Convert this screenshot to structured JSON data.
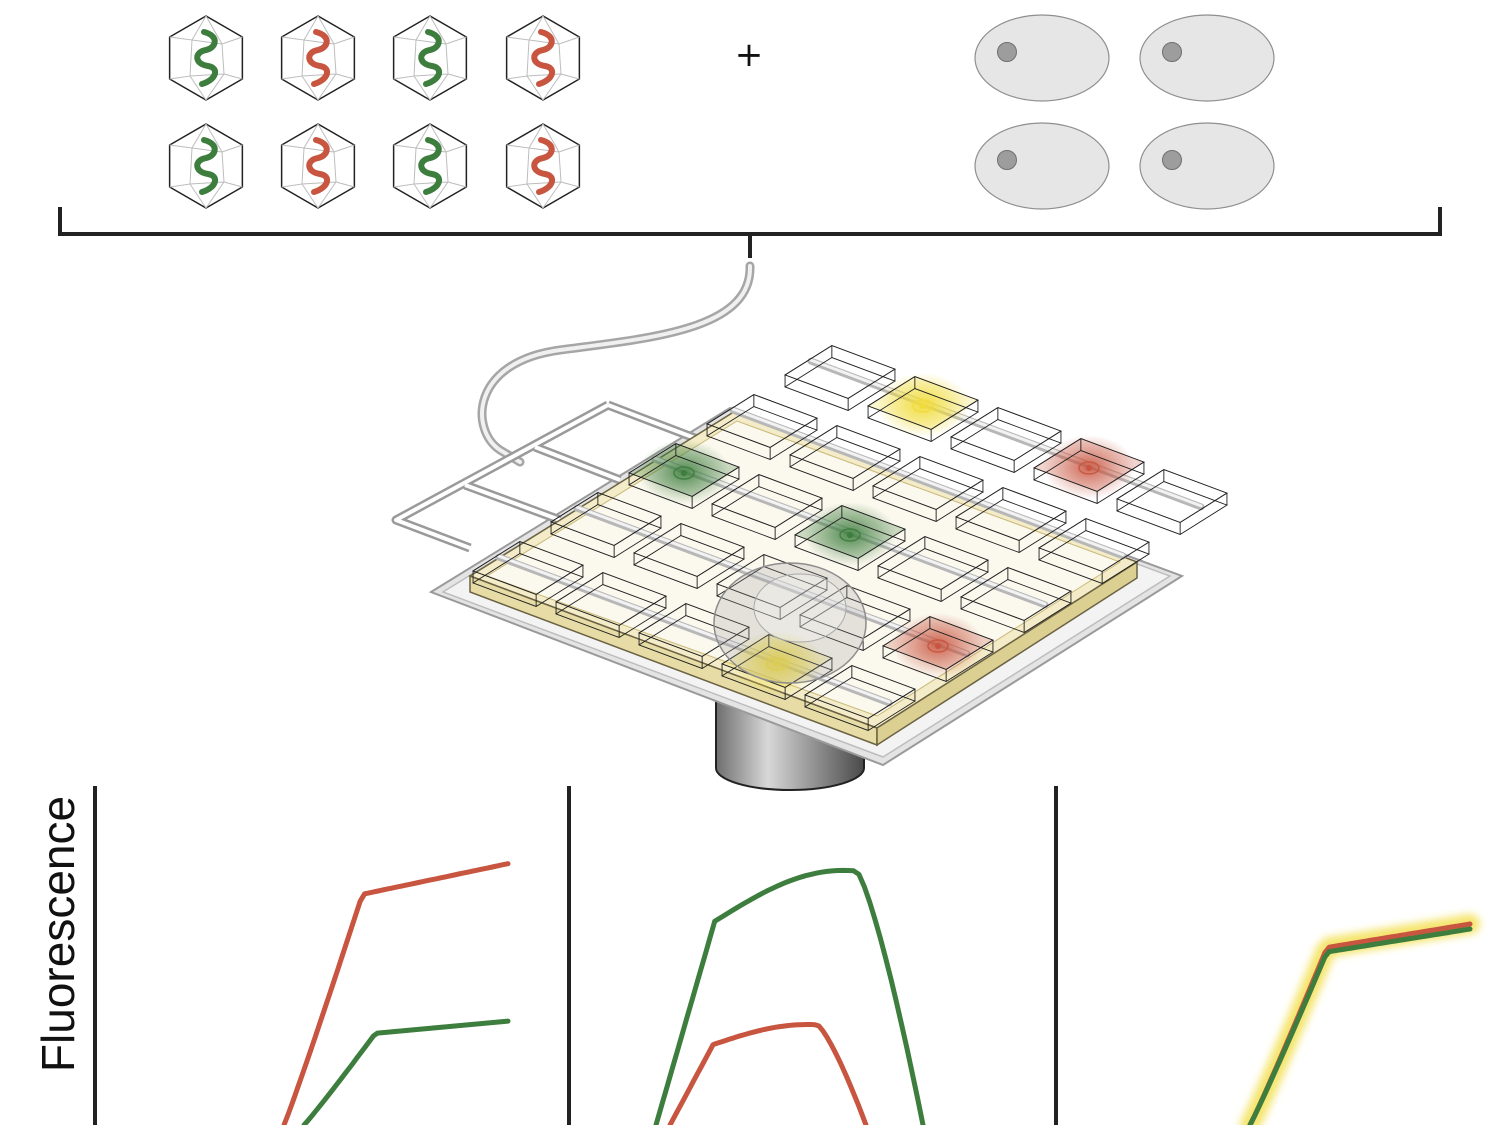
{
  "operator": "+",
  "y_axis_label": "Fluorescence",
  "virus_rows": [
    [
      "green",
      "red",
      "green",
      "red"
    ],
    [
      "green",
      "red",
      "green",
      "red"
    ]
  ],
  "cell_count": 4,
  "wells": {
    "rows": 5,
    "cols": 5,
    "highlighted": [
      {
        "row": 0,
        "col": 1,
        "color": "yellow"
      },
      {
        "row": 0,
        "col": 3,
        "color": "red"
      },
      {
        "row": 2,
        "col": 0,
        "color": "green"
      },
      {
        "row": 2,
        "col": 2,
        "color": "green"
      },
      {
        "row": 3,
        "col": 4,
        "color": "red"
      },
      {
        "row": 4,
        "col": 3,
        "color": "yellow"
      }
    ]
  },
  "colors": {
    "green": "#3d7d3d",
    "red": "#c8553f",
    "yellow": "#f1dc3c",
    "chip": "#f4ecc8",
    "chip_edge": "#e2d39a",
    "cell_fill": "#e6e6e6"
  },
  "panels": [
    {
      "series": [
        {
          "color": "red",
          "shape": "sigmoid",
          "plateau": 0.78
        },
        {
          "color": "green",
          "shape": "sigmoid",
          "plateau": 0.31
        }
      ]
    },
    {
      "series": [
        {
          "color": "green",
          "shape": "peak",
          "plateau": 0.76
        },
        {
          "color": "red",
          "shape": "peak",
          "plateau": 0.3
        }
      ]
    },
    {
      "series": [
        {
          "color": "yellow",
          "shape": "sigmoid-merged",
          "plateau": 0.6
        },
        {
          "color": "red",
          "shape": "sigmoid-merged",
          "plateau": 0.6
        },
        {
          "color": "green",
          "shape": "sigmoid-merged",
          "plateau": 0.6
        }
      ]
    }
  ]
}
